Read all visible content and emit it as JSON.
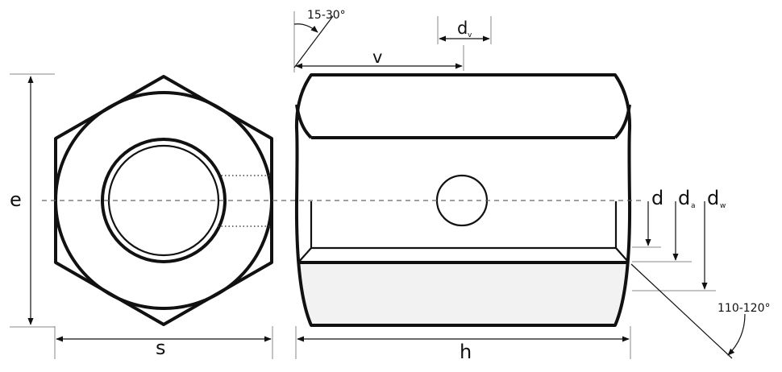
{
  "labels": {
    "e": "e",
    "s": "s",
    "h": "h",
    "v": "v",
    "d": "d",
    "d_main": "d",
    "d_a_main": "d",
    "d_a_sub": "a",
    "d_w_main": "d",
    "d_w_sub": "w",
    "d_v_main": "d",
    "d_v_sub": "v",
    "chamfer_angle": "15-30°",
    "countersink_angle": "110-120°"
  },
  "colors": {
    "line": "#111111",
    "center_line": "#666666",
    "shade": "#f2f2f2"
  }
}
